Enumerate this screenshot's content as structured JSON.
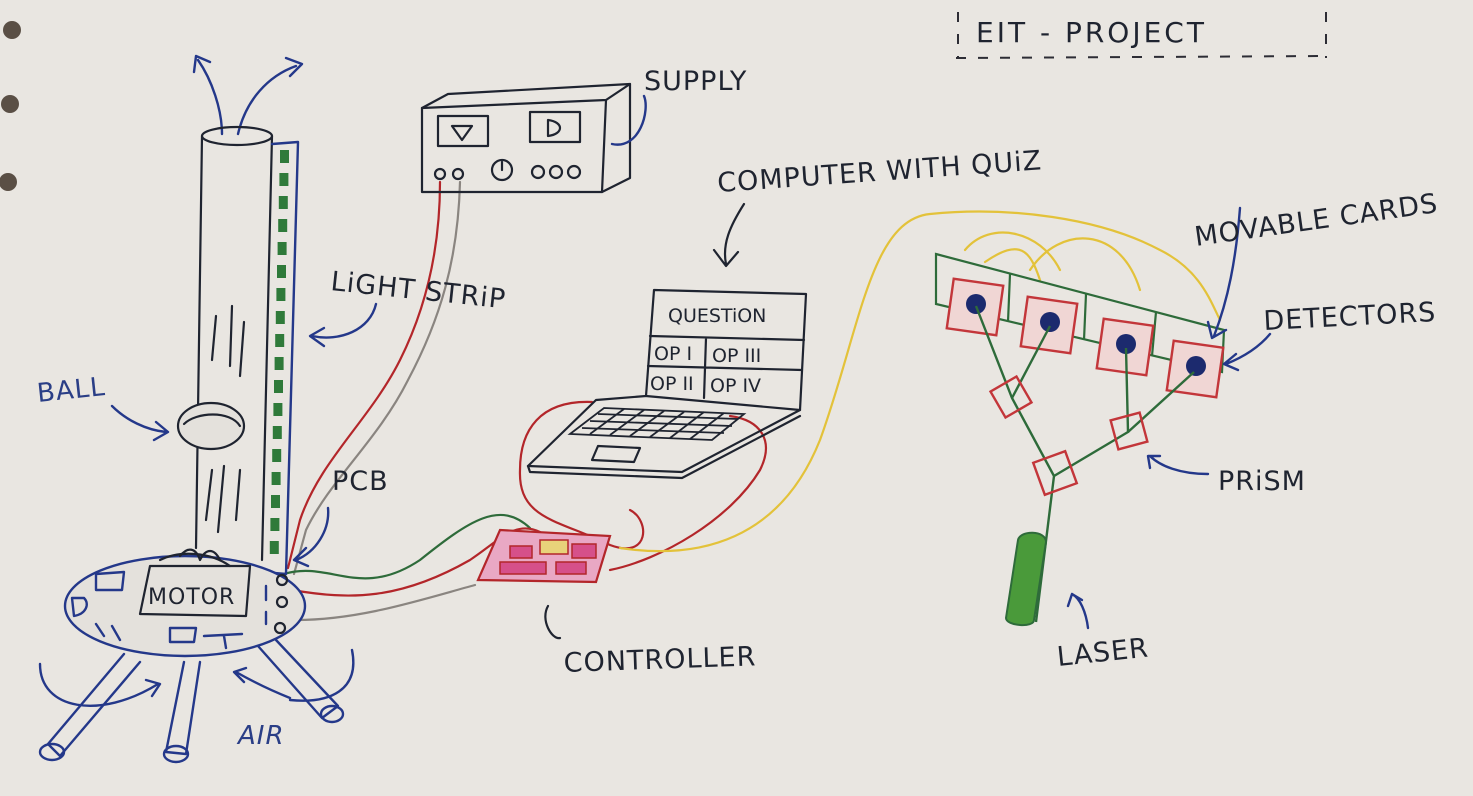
{
  "title": "EIT - PROJECT",
  "labels": {
    "supply": "SUPPLY",
    "computer": "COMPUTER WITH QUiZ",
    "movable_cards": "MOVABLE CARDS",
    "detectors": "DETECTORS",
    "light_strip": "LiGHT STRiP",
    "ball": "BALL",
    "pcb": "PCB",
    "motor": "MOTOR",
    "air": "AIR",
    "controller": "CONTROLLER",
    "prism": "PRiSM",
    "laser": "LASER"
  },
  "laptop_screen": {
    "question": "QUESTiON",
    "options": [
      "OP I",
      "OP III",
      "OP II",
      "OP IV"
    ]
  },
  "colors": {
    "paper": "#e9e6e1",
    "ink_black": "#1f2430",
    "ink_blue": "#24388a",
    "wire_red": "#b3262a",
    "wire_gray": "#8a8580",
    "wire_green": "#2e6b3a",
    "wire_yellow": "#e3c23a",
    "led_green": "#2f7a3a",
    "card_red": "#c3363a",
    "laser_green": "#4a9a3a",
    "pcb_pink": "#d6508a"
  }
}
